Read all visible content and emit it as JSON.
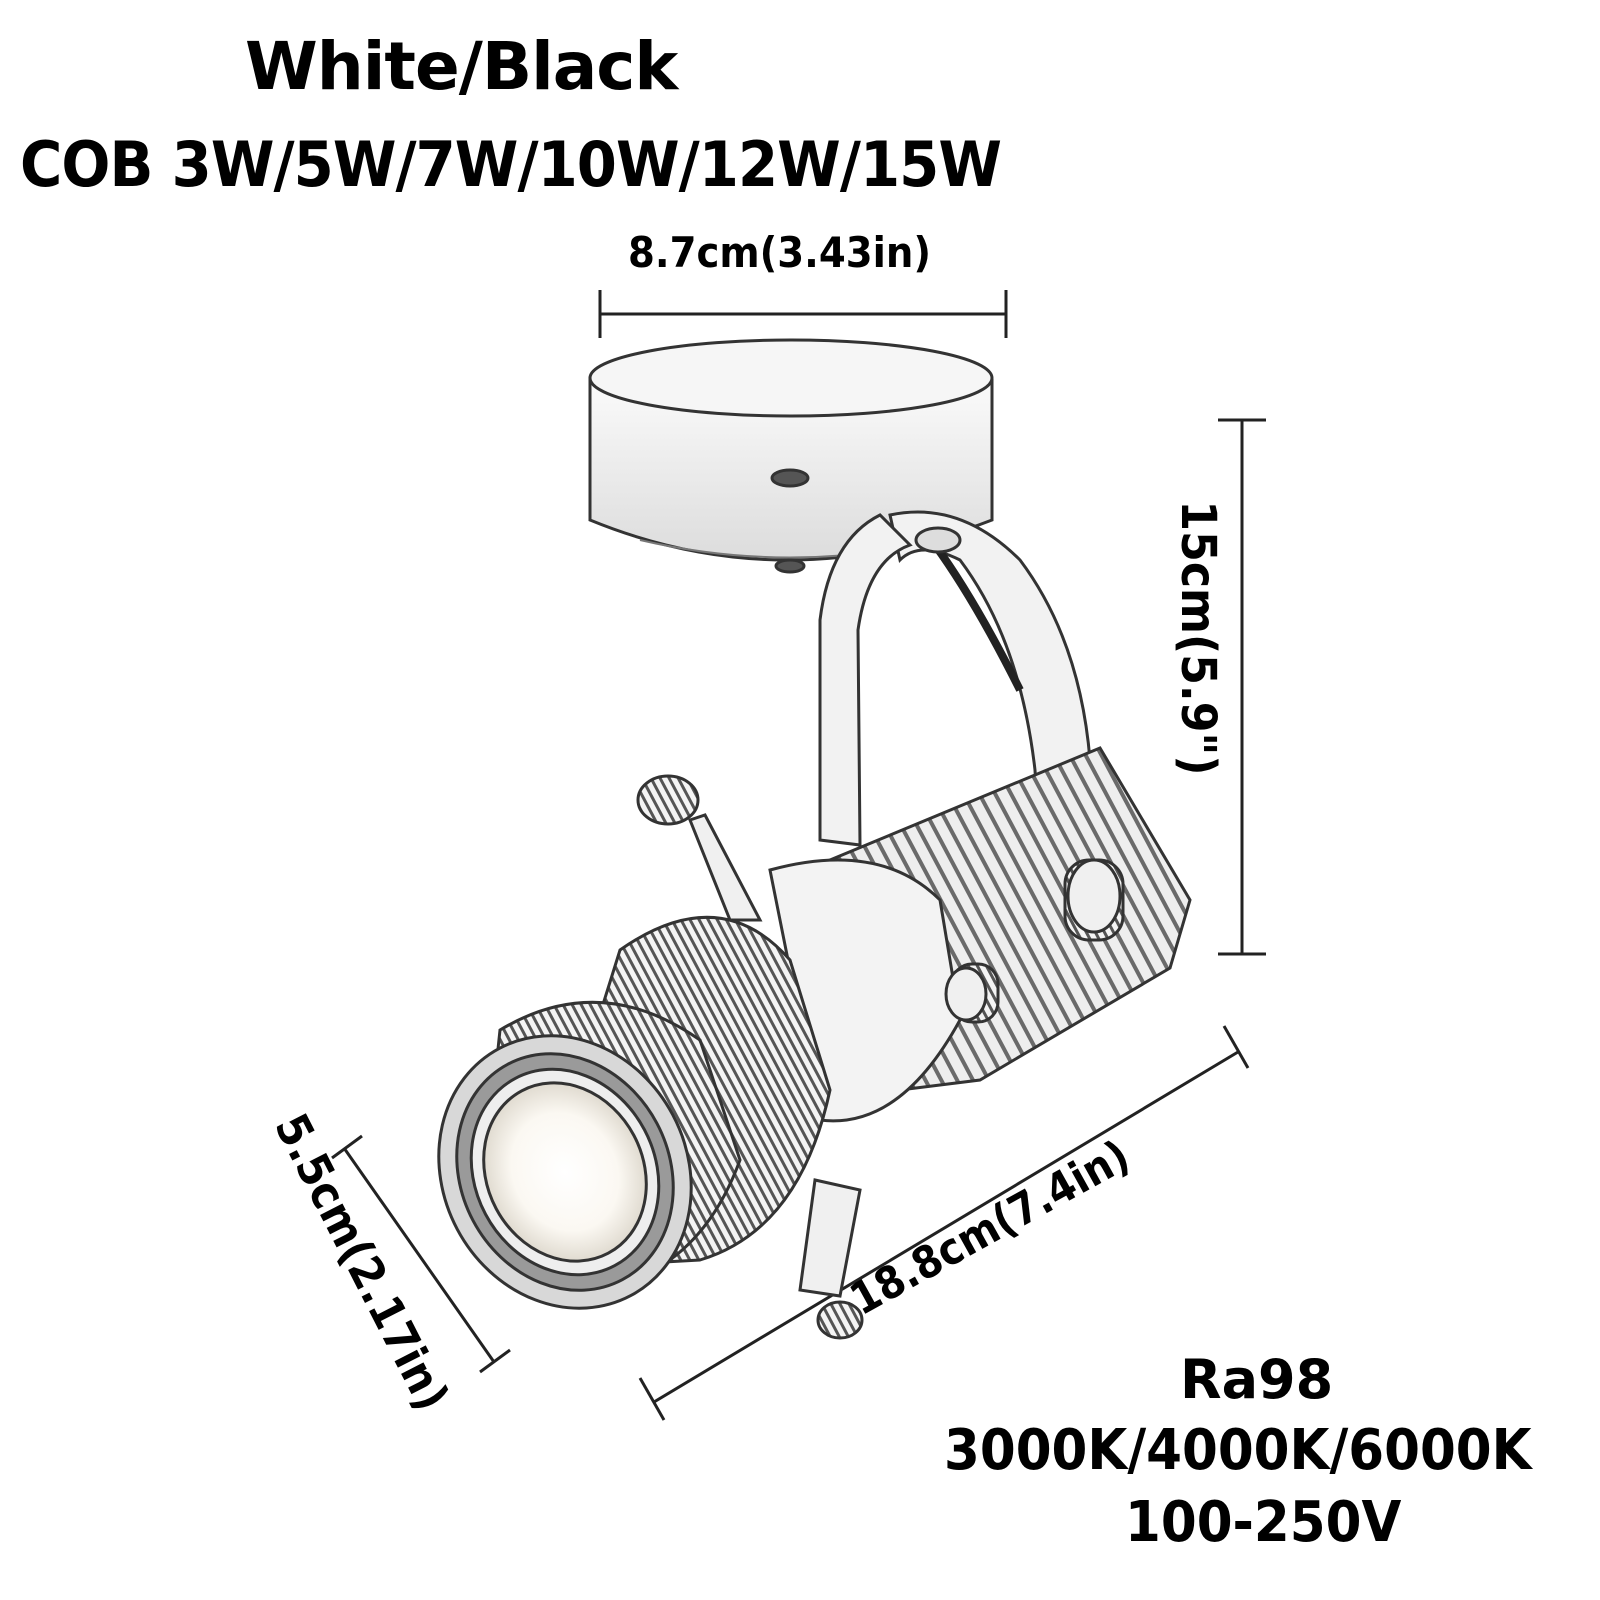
{
  "title": {
    "color": "White/Black",
    "power": "COB 3W/5W/7W/10W/12W/15W"
  },
  "dimensions": {
    "width": "8.7cm(3.43in)",
    "height": "15cm(5.9\")",
    "lens_diameter": "5.5cm(2.17in)",
    "length": "18.8cm(7.4in)"
  },
  "specs": {
    "cri": "Ra98",
    "color_temperature": "3000K/4000K/6000K",
    "voltage": "100-250V"
  },
  "product": {
    "subject": "white ceiling-mounted COB zoom spotlight",
    "body_color": "#f2f2f2",
    "outline_color": "#333333"
  }
}
